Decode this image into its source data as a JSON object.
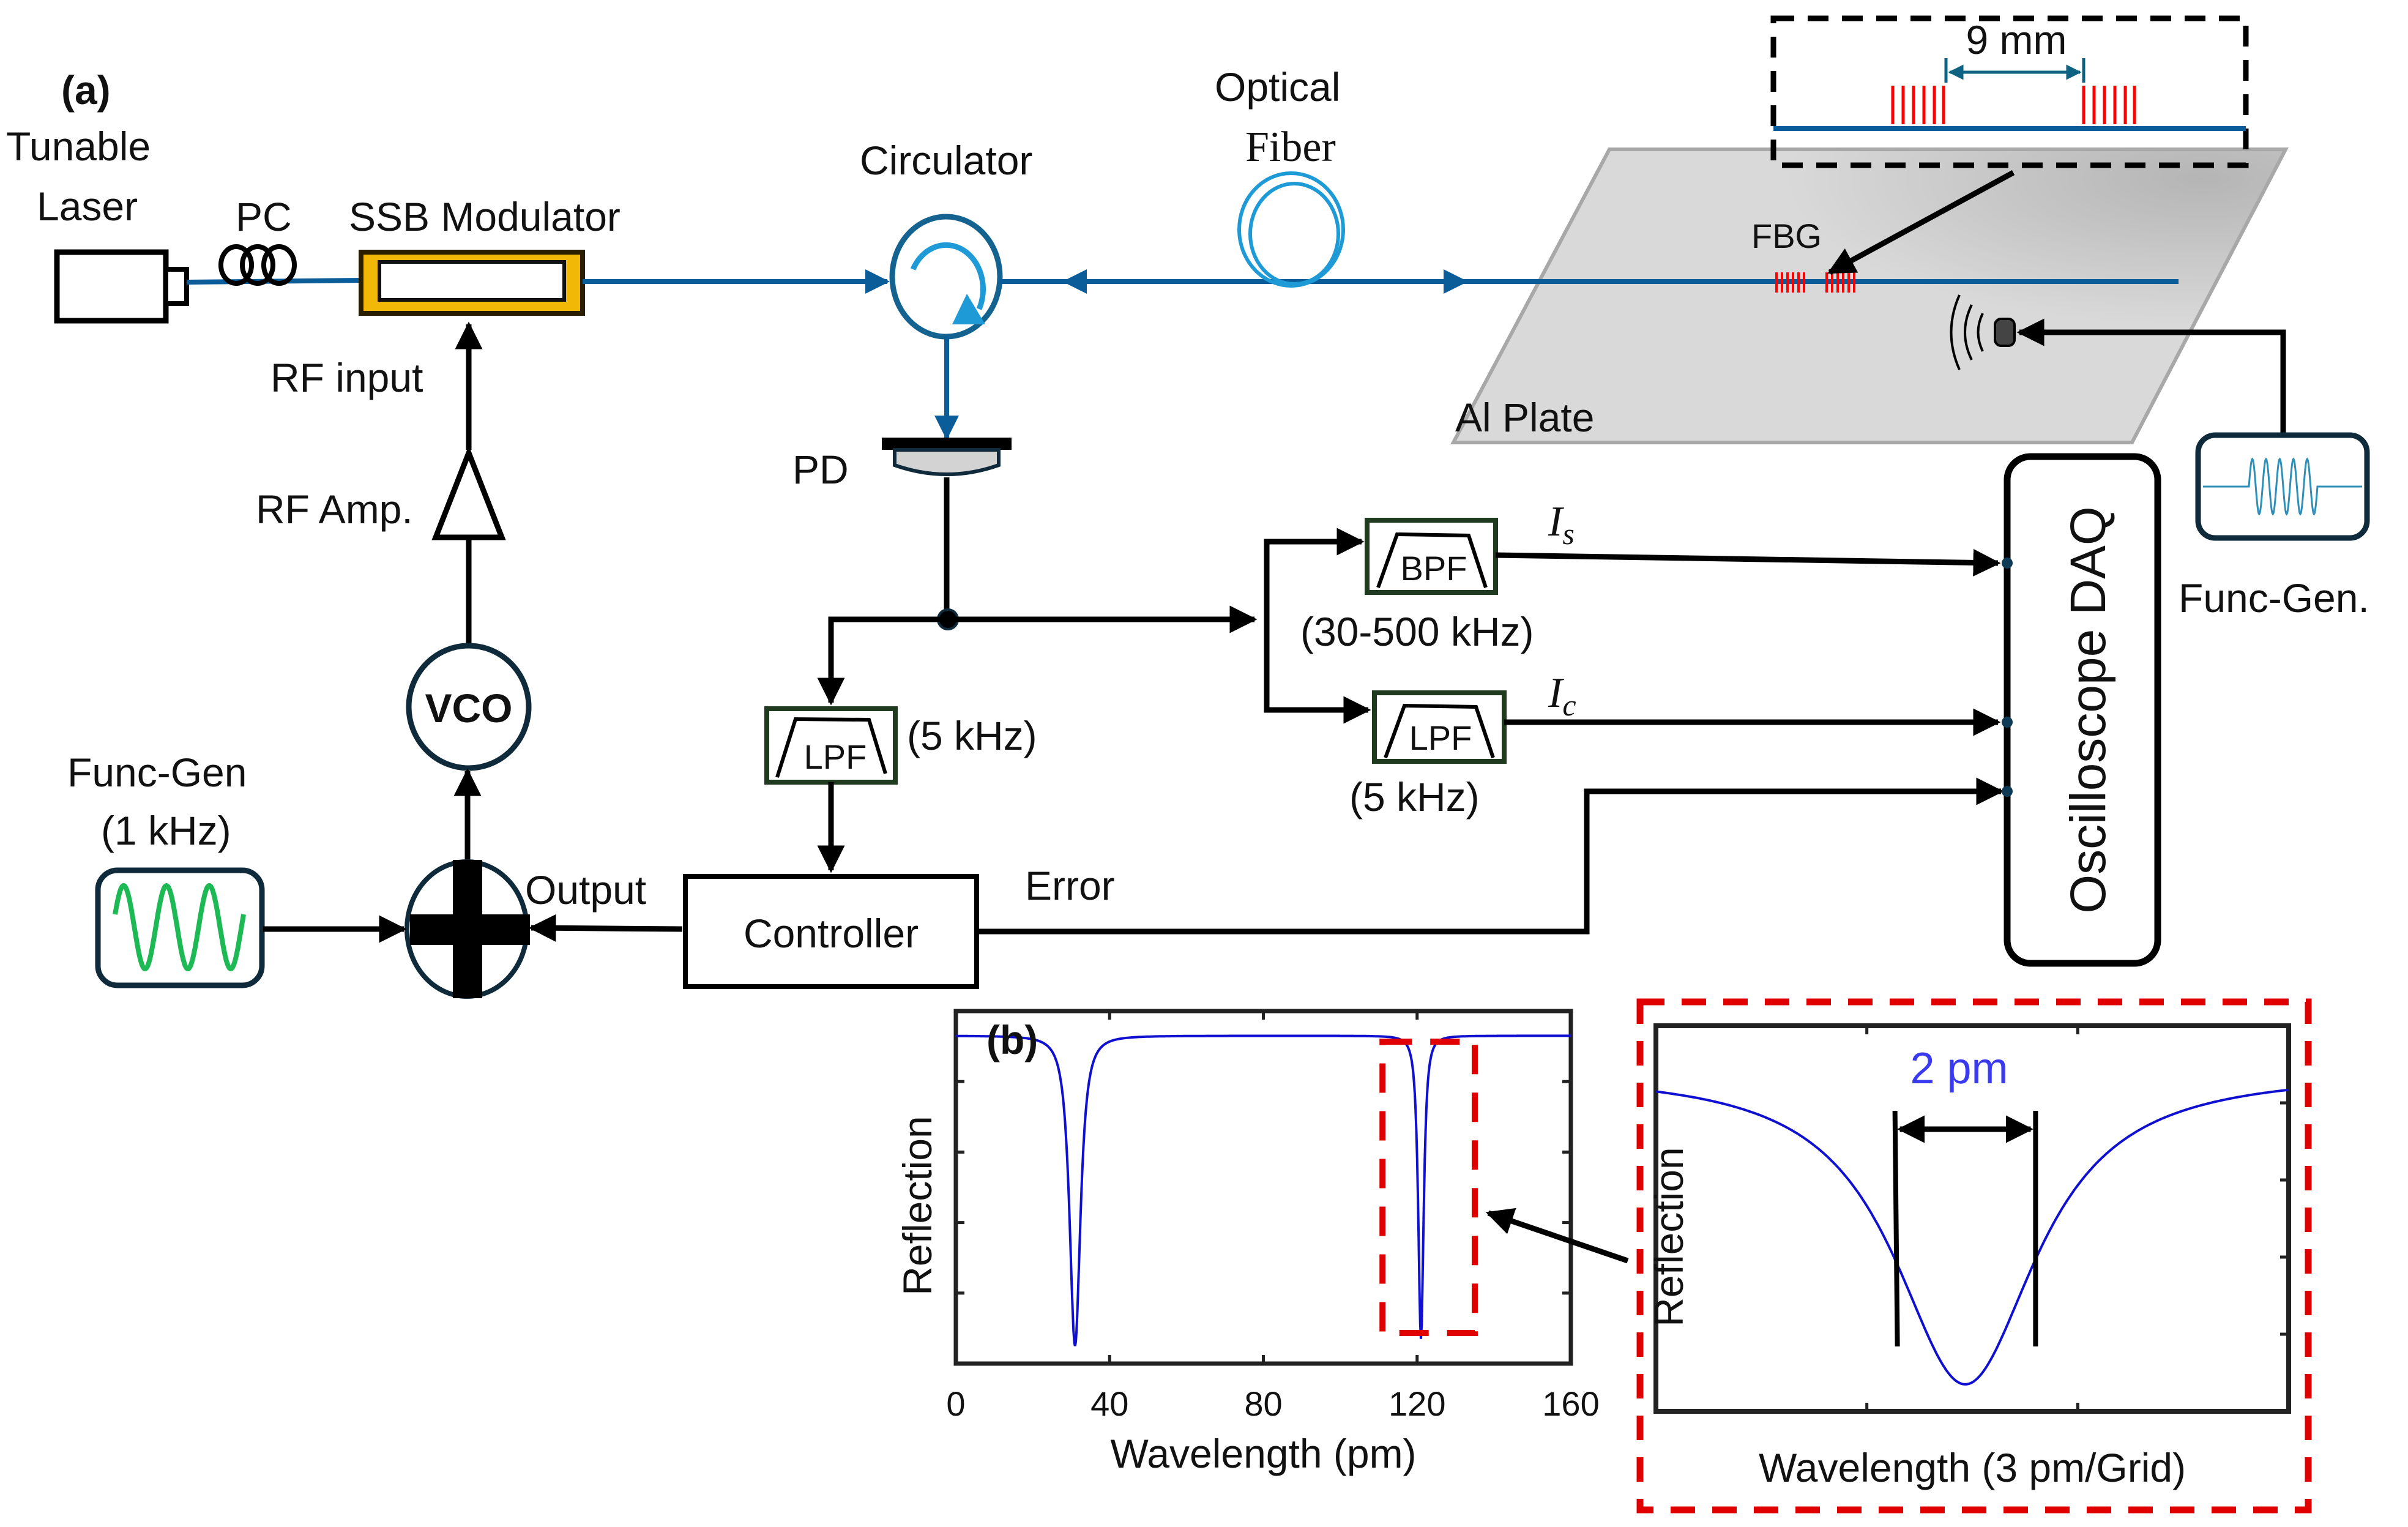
{
  "panel_a": {
    "label": "(a)",
    "tunable_laser": [
      "Tunable",
      "Laser"
    ],
    "pc": "PC",
    "ssb_modulator": "SSB Modulator",
    "rf_input": "RF input",
    "rf_amp": "RF Amp.",
    "vco": "VCO",
    "func_gen_left": [
      "Func-Gen",
      "(1 kHz)"
    ],
    "output": "Output",
    "controller": "Controller",
    "error": "Error",
    "circulator": "Circulator",
    "optical_fiber": [
      "Optical",
      "Fiber"
    ],
    "pd": "PD",
    "lpf_left": "LPF",
    "lpf_left_freq": "(5 kHz)",
    "bpf": "BPF",
    "bpf_freq": "(30-500 kHz)",
    "lpf_right": "LPF",
    "lpf_right_freq": "(5 kHz)",
    "is_label": "I",
    "is_sub": "s",
    "ic_label": "I",
    "ic_sub": "c",
    "oscilloscope": "Oscilloscope DAQ",
    "func_gen_right": "Func-Gen.",
    "al_plate": "Al Plate",
    "fbg": "FBG",
    "fbg_spacing": "9 mm"
  },
  "colors": {
    "fiber": "#0b5d9a",
    "circulator_arrow": "#1e9ad6",
    "fbg_grating": "#ff0000",
    "filter_border": "#1f3a1f",
    "modulator_gold": "#f2b807",
    "plate": "#d9d9d9",
    "trace": "#1010d0",
    "zoom_box": "#e00000",
    "sine_green": "#1db954"
  },
  "chart_data": [
    {
      "type": "line",
      "panel": "(b)",
      "title": "",
      "xlabel": "Wavelength (pm)",
      "ylabel": "Reflection",
      "xlim": [
        0,
        160
      ],
      "ylim": [
        0,
        1
      ],
      "xticks": [
        0,
        40,
        80,
        120,
        160
      ],
      "yticks_labeled": false,
      "grid": false,
      "series": [
        {
          "name": "Reflection spectrum",
          "baseline": 0.93,
          "dips": [
            {
              "center_pm": 31,
              "min": 0.05,
              "fwhm_pm": 4
            },
            {
              "center_pm": 121,
              "min": 0.07,
              "fwhm_pm": 2
            }
          ]
        }
      ],
      "annotations": [
        {
          "type": "dashed-box",
          "x_range_pm": [
            111,
            135
          ],
          "color": "red"
        }
      ]
    },
    {
      "type": "line",
      "panel": "inset",
      "title": "",
      "xlabel": "Wavelength (3 pm/Grid)",
      "ylabel": "Reflection",
      "xlim": [
        0,
        9
      ],
      "ylim": [
        0,
        1
      ],
      "xticks": [
        0,
        3,
        6,
        9
      ],
      "x_tick_labels_shown": false,
      "grid": false,
      "series": [
        {
          "name": "Zoomed dip",
          "baseline": 0.88,
          "dip": {
            "center": 4.4,
            "min": 0.07,
            "fwhm": 2
          }
        }
      ],
      "annotations": [
        {
          "type": "fwhm-arrow",
          "text": "2 pm",
          "x_range": [
            3.4,
            5.4
          ]
        }
      ]
    }
  ]
}
